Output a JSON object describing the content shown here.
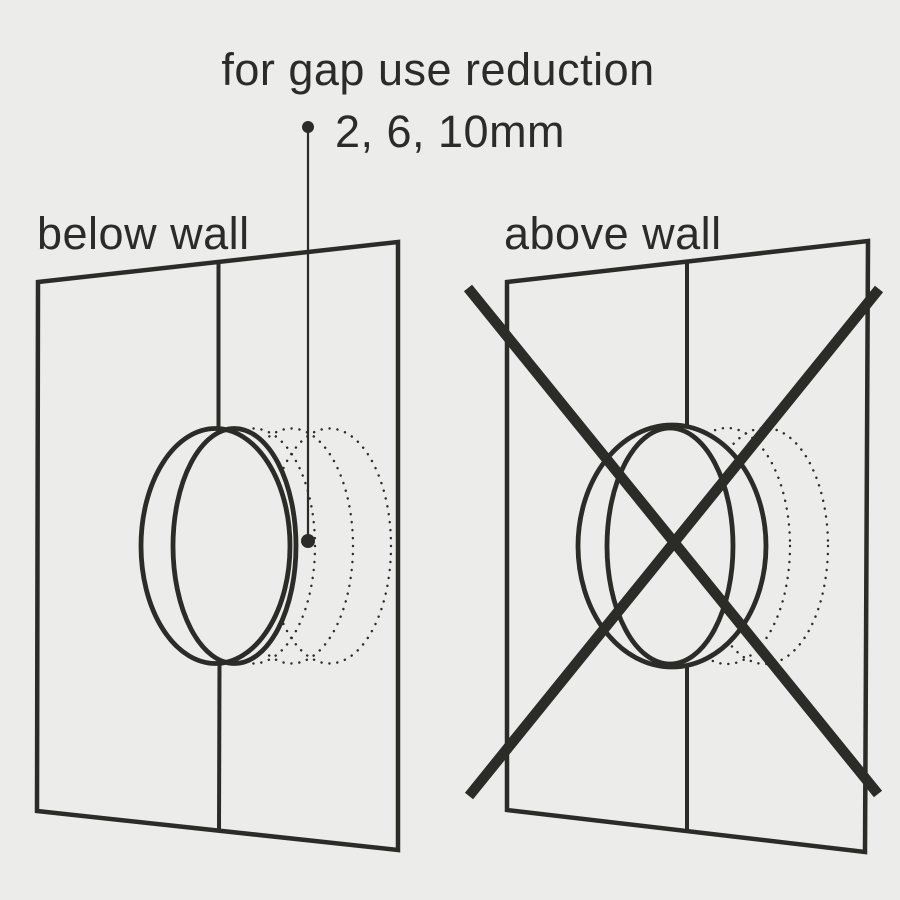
{
  "colors": {
    "background": "#ECEDEB",
    "line": "#2B2B27",
    "text": "#2B2B27"
  },
  "annotation": {
    "heading": "for gap use reduction",
    "sizes": "2, 6, 10mm"
  },
  "panels": {
    "left": {
      "label": "below wall",
      "crossed_out": false
    },
    "right": {
      "label": "above wall",
      "crossed_out": true
    }
  }
}
